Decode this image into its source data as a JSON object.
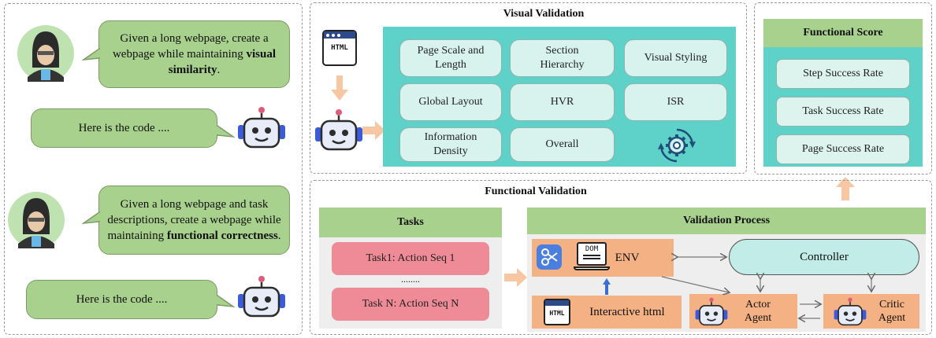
{
  "prompts": {
    "visual_prompt_plain": "Given a long webpage, create a webpage while maintaining ",
    "visual_prompt_bold": "visual similarity",
    "visual_prompt_end": ".",
    "visual_reply": "Here is the code ....",
    "functional_prompt_plain": "Given a long webpage and task descriptions, create a webpage while maintaining ",
    "functional_prompt_bold": "functional correctness",
    "functional_prompt_end": ".",
    "functional_reply": "Here is the code ...."
  },
  "visual_validation": {
    "title": "Visual Validation",
    "html_icon_text": "HTML",
    "metrics": [
      "Page Scale and Length",
      "Section Hierarchy",
      "Visual Styling",
      "Global Layout",
      "HVR",
      "ISR",
      "Information Density",
      "Overall"
    ]
  },
  "functional_score": {
    "title": "Functional Score",
    "items": [
      "Step Success Rate",
      "Task Success Rate",
      "Page Success Rate"
    ]
  },
  "functional_validation": {
    "title": "Functional Validation",
    "tasks_title": "Tasks",
    "task_first": "Task1: Action Seq 1",
    "ellipsis": "........",
    "task_last": "Task N: Action Seq N",
    "process_title": "Validation Process",
    "env_label": "ENV",
    "dom_label": "DOM",
    "html_label": "HTML",
    "interactive_label": "Interactive html",
    "controller_label": "Controller",
    "actor_label": "Actor Agent",
    "critic_label": "Critic Agent"
  },
  "colors": {
    "green": "#a9d18e",
    "teal": "#5ed1c8",
    "orange": "#f4b183",
    "pink": "#ee8b96",
    "light_teal": "#d8f2ee"
  }
}
